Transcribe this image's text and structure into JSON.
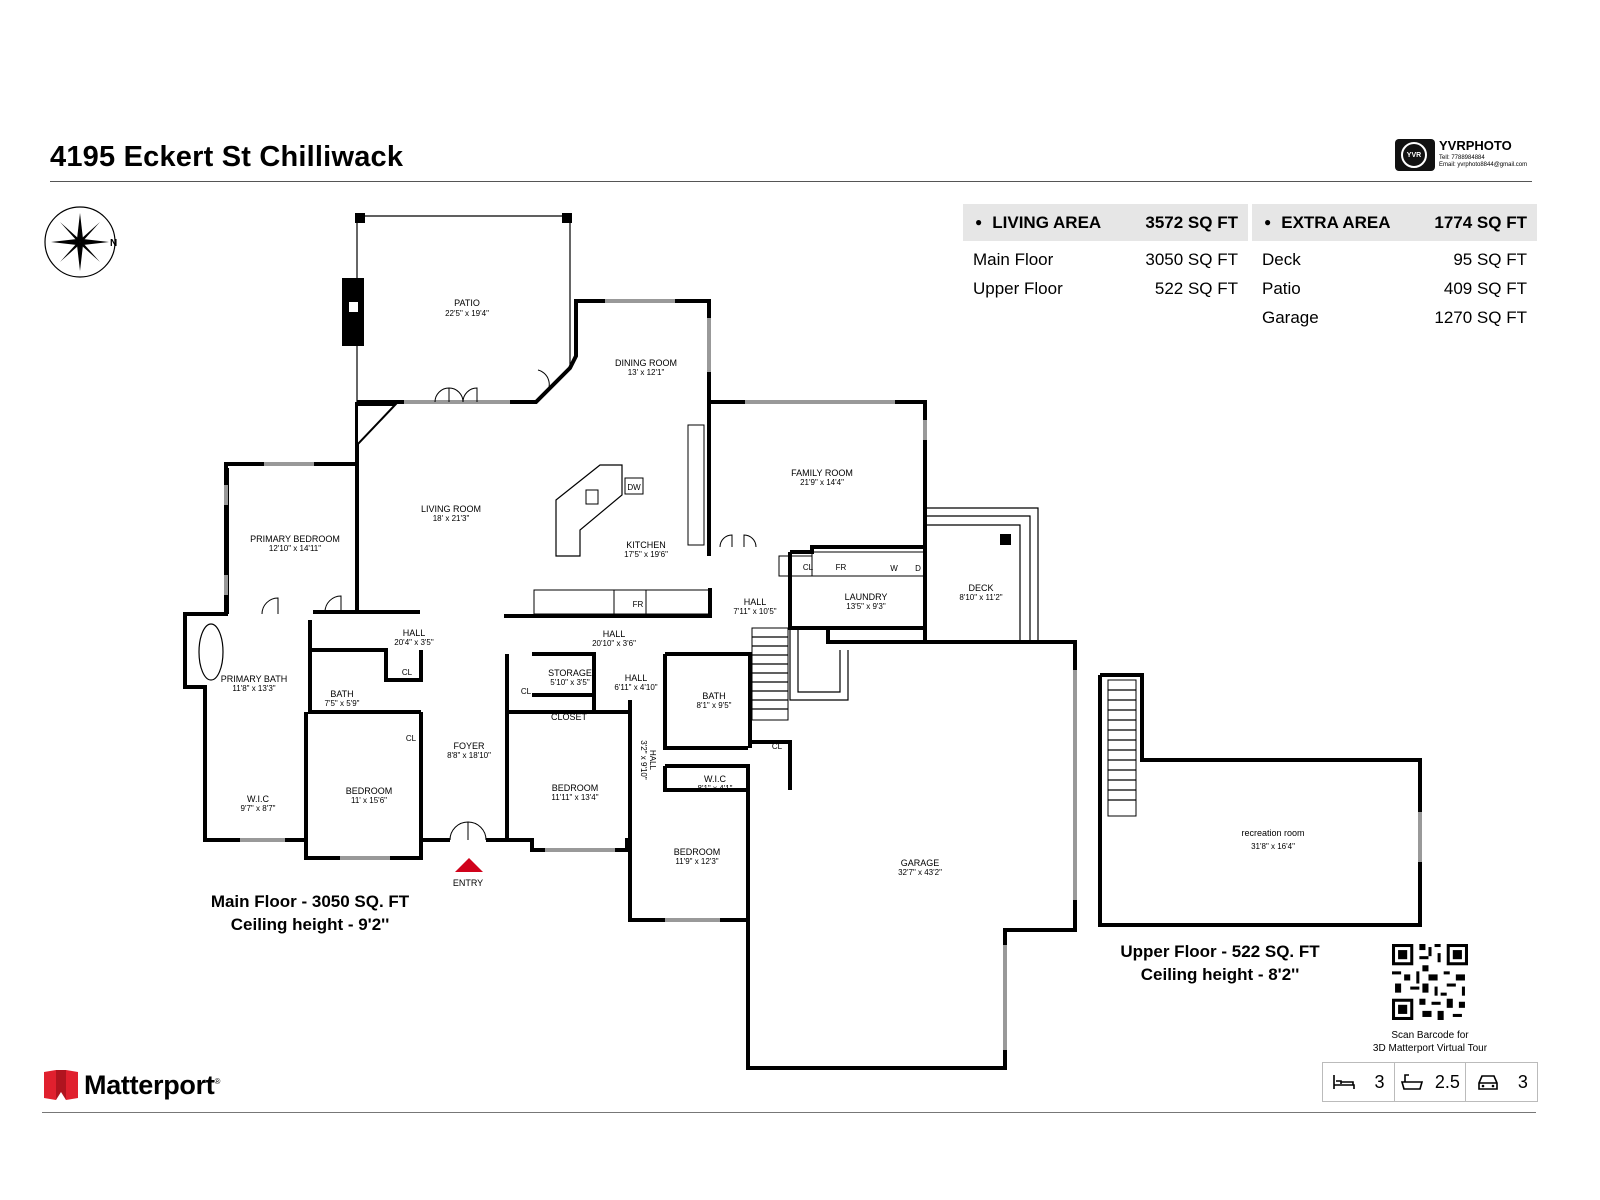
{
  "header": {
    "title": "4195 Eckert St Chilliwack",
    "brand": {
      "name": "YVRPHOTO",
      "logo_text": "YVR",
      "tel": "Tell:  7788984884",
      "email": "Email:  yvrphoto8844@gmail.com"
    }
  },
  "living_area": {
    "label": "LIVING AREA",
    "total": "3572 SQ FT",
    "rows": [
      {
        "label": "Main Floor",
        "value": "3050 SQ FT"
      },
      {
        "label": "Upper Floor",
        "value": "522 SQ FT"
      }
    ]
  },
  "extra_area": {
    "label": "EXTRA AREA",
    "total": "1774 SQ FT",
    "rows": [
      {
        "label": "Deck",
        "value": "95 SQ FT"
      },
      {
        "label": "Patio",
        "value": "409 SQ FT"
      },
      {
        "label": "Garage",
        "value": "1270 SQ FT"
      }
    ]
  },
  "compass": {
    "letter": "N"
  },
  "rooms": {
    "patio": {
      "name": "PATIO",
      "dim": "22'5\" x 19'4\""
    },
    "dining": {
      "name": "DINING ROOM",
      "dim": "13' x 12'1\""
    },
    "family": {
      "name": "FAMILY ROOM",
      "dim": "21'9\" x 14'4\""
    },
    "living": {
      "name": "LIVING ROOM",
      "dim": "18' x 21'3\""
    },
    "kitchen": {
      "name": "KITCHEN",
      "dim": "17'5\" x 19'6\""
    },
    "primary_bed": {
      "name": "PRIMARY BEDROOM",
      "dim": "12'10\" x 14'11\""
    },
    "primary_bath": {
      "name": "PRIMARY BATH",
      "dim": "11'8\" x 13'3\""
    },
    "hall_a": {
      "name": "HALL",
      "dim": "20'4\" x 3'5\""
    },
    "hall_b": {
      "name": "HALL",
      "dim": "20'10\" x 3'6\""
    },
    "hall_c": {
      "name": "HALL",
      "dim": "7'11\" x 10'5\""
    },
    "hall_d": {
      "name": "HALL",
      "dim": "6'11\" x 4'10\""
    },
    "hall_e": {
      "name": "HALL",
      "dim": "3'2\" x 9'10\""
    },
    "laundry": {
      "name": "LAUNDRY",
      "dim": "13'5\" x 9'3\""
    },
    "deck": {
      "name": "DECK",
      "dim": "8'10\" x 11'2\""
    },
    "storage": {
      "name": "STORAGE",
      "dim": "5'10\" x 3'5\""
    },
    "closet": {
      "name": "CLOSET"
    },
    "bath_a": {
      "name": "BATH",
      "dim": "7'5\" x 5'9\""
    },
    "bath_b": {
      "name": "BATH",
      "dim": "8'1\" x 9'5\""
    },
    "wic_a": {
      "name": "W.I.C",
      "dim": "9'7\" x 8'7\""
    },
    "wic_b": {
      "name": "W.I.C",
      "dim": "8'1\" x 4'1\""
    },
    "bedroom_a": {
      "name": "BEDROOM",
      "dim": "11' x 15'6\""
    },
    "bedroom_b": {
      "name": "BEDROOM",
      "dim": "11'11\" x 13'4\""
    },
    "bedroom_c": {
      "name": "BEDROOM",
      "dim": "11'9\" x 12'3\""
    },
    "foyer": {
      "name": "FOYER",
      "dim": "8'8\" x 18'10\""
    },
    "garage": {
      "name": "GARAGE",
      "dim": "32'7\" x 43'2\""
    },
    "recreation": {
      "name": "recreation room",
      "dim": "31'8\" x 16'4\""
    }
  },
  "fixtures": {
    "cl": "CL",
    "fr": "FR",
    "dw": "DW",
    "w": "W",
    "d": "D"
  },
  "entry_label": "ENTRY",
  "main_floor": {
    "line1": "Main Floor - 3050 SQ. FT",
    "line2": "Ceiling height - 9'2''"
  },
  "upper_floor": {
    "line1": "Upper Floor - 522 SQ. FT",
    "line2": "Ceiling height - 8'2''"
  },
  "qr_caption": {
    "line1": "Scan Barcode for",
    "line2": "3D Matterport Virtual Tour"
  },
  "stats": {
    "beds": "3",
    "baths": "2.5",
    "garage": "3"
  },
  "footer": {
    "brand": "Matterport",
    "mark": "®"
  }
}
